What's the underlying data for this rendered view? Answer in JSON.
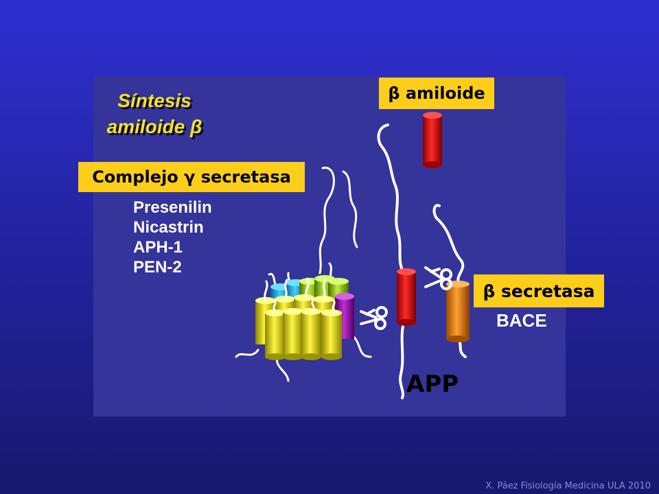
{
  "title": {
    "line1": "Síntesis",
    "line2": "amiloide β"
  },
  "labels": {
    "beta_amiloide": "β amiloide",
    "complejo": "Complejo γ secretasa",
    "beta_secretasa": "β secretasa",
    "bace": "BACE",
    "app": "APP"
  },
  "components": [
    "Presenilin",
    "Nicastrin",
    "APH-1",
    "PEN-2"
  ],
  "footer": "X. Páez Fisiología Medicina ULA 2010",
  "colors": {
    "background": "#2424a4",
    "panel": "#34349a",
    "label_box": "#fcce1a",
    "title_text": "#f7e41a",
    "app_segment": "#d40000",
    "bace_cylinder": "#e07a10",
    "complex_yellow": "#e8e000",
    "complex_cyan": "#22b8e8",
    "complex_green": "#9ccc20",
    "complex_purple": "#a020b0"
  },
  "icons": [
    "scissors-icon-gamma",
    "scissors-icon-beta"
  ]
}
